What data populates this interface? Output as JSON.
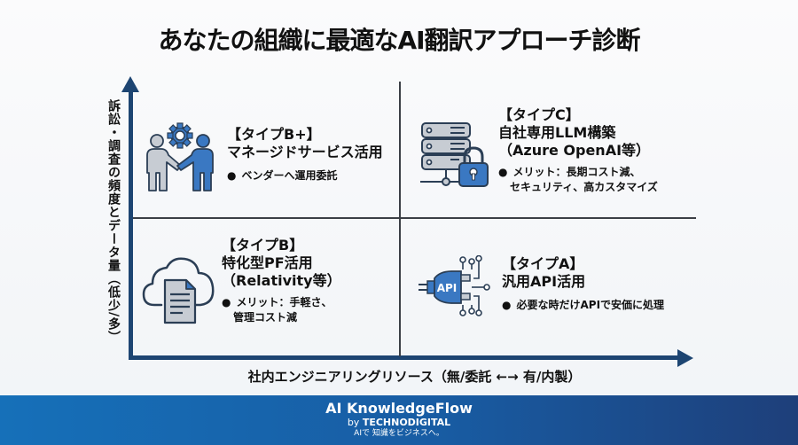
{
  "title": "あなたの組織に最適なAI翻訳アプローチ診断",
  "axes": {
    "y_label": "訴訟・調査の頻度とデータ量（低少/多）",
    "x_label": "社内エンジニアリングリソース（無/委託 ←→ 有/内製）"
  },
  "quadrants": {
    "top_left": {
      "icon": "handshake-gear-icon",
      "type": "【タイプB+】",
      "name": [
        "マネージドサービス活用"
      ],
      "bullet": [
        "ベンダーへ運用委託"
      ]
    },
    "top_right": {
      "icon": "server-lock-icon",
      "type": "【タイプC】",
      "name": [
        "自社専用LLM構築",
        "（Azure OpenAI等）"
      ],
      "bullet": [
        "メリット：長期コスト減、",
        "セキュリティ、高カスタマイズ"
      ]
    },
    "bottom_left": {
      "icon": "cloud-document-icon",
      "type": "【タイプB】",
      "name": [
        "特化型PF活用",
        "（Relativity等）"
      ],
      "bullet": [
        "メリット：手軽さ、",
        "管理コスト減"
      ]
    },
    "bottom_right": {
      "icon": "api-plug-icon",
      "type": "【タイプA】",
      "name": [
        "汎用API活用"
      ],
      "bullet": [
        "必要な時だけAPIで安価に処理"
      ]
    }
  },
  "footer": {
    "brand": "AI KnowledgeFlow",
    "by_prefix": "by",
    "company": "TECHNODIGITAL",
    "tagline": "AIで 知識をビジネスへ。"
  },
  "colors": {
    "axis": "#1d4572",
    "icon_blue": "#3a78c2",
    "icon_outline": "#2b3e55",
    "footer_start": "#1670b9",
    "footer_end": "#1e3f7a"
  }
}
